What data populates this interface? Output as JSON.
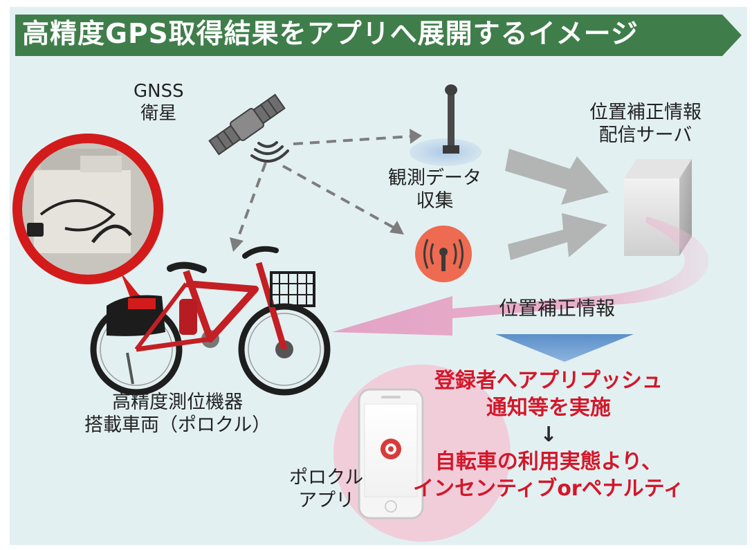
{
  "title": "高精度GPS取得結果をアプリへ展開するイメージ",
  "labels": {
    "satellite": [
      "GNSS",
      "衛星"
    ],
    "observation": [
      "観測データ",
      "収集"
    ],
    "server": [
      "位置補正情報",
      "配信サーバ"
    ],
    "correction": "位置補正情報",
    "bicycle": [
      "高精度測位機器",
      "搭載車両（ポロクル）"
    ],
    "app": [
      "ポロクル",
      "アプリ"
    ],
    "outcome": [
      "登録者へアプリプッシュ",
      "通知等を実施",
      "↓",
      "自転車の利用実態より、",
      "インセンティブorペナルティ"
    ]
  },
  "colors": {
    "banner": "#3f7e4a",
    "background": "#e3f0f1",
    "accent_red": "#d3172a",
    "flow_pink": "#e9a8c6",
    "flow_blue": "#6f9dcf",
    "flow_gray": "#b3b5b5"
  }
}
